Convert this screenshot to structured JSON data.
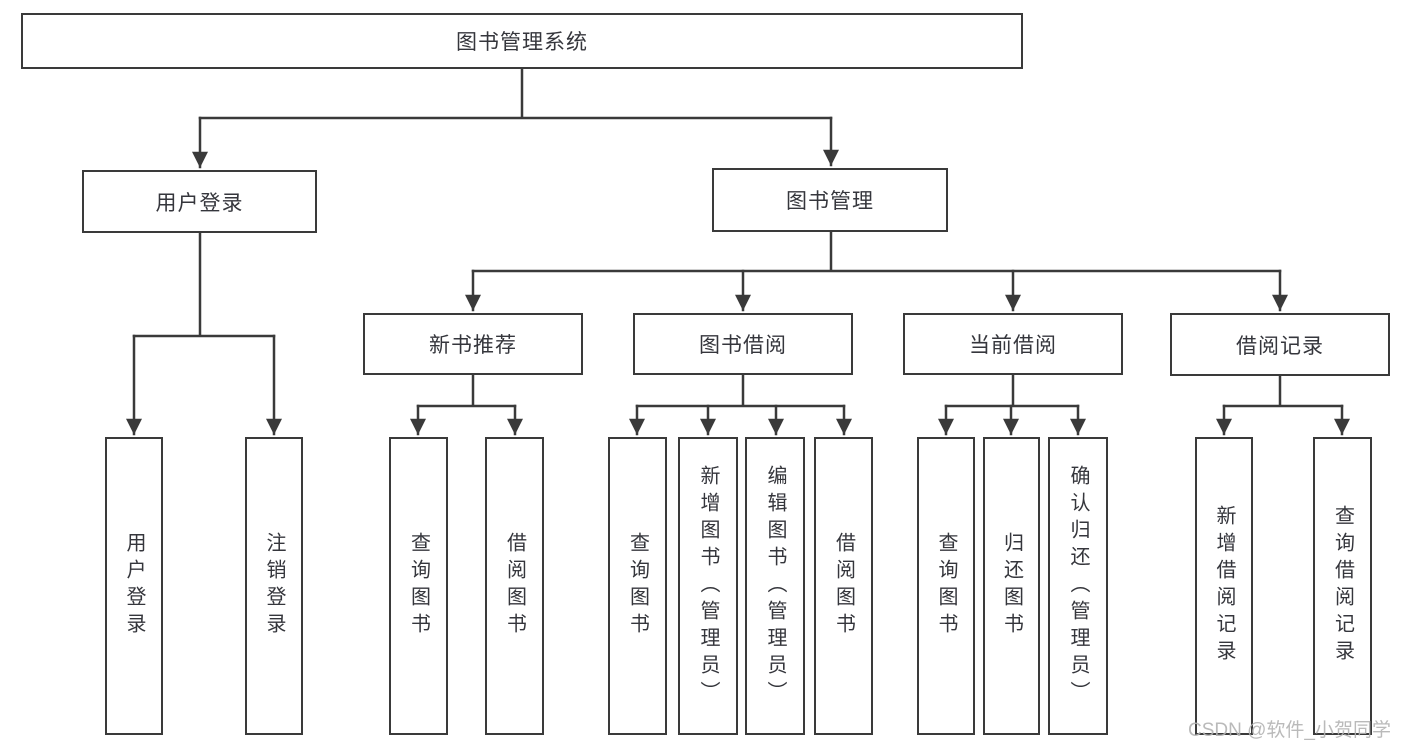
{
  "diagram": {
    "root": {
      "label": "图书管理系统"
    },
    "groups": [
      {
        "label": "用户登录",
        "children": [
          {
            "label": "用户登录"
          },
          {
            "label": "注销登录"
          }
        ]
      },
      {
        "label": "图书管理",
        "sections": [
          {
            "label": "新书推荐",
            "children": [
              {
                "label": "查询图书"
              },
              {
                "label": "借阅图书"
              }
            ]
          },
          {
            "label": "图书借阅",
            "children": [
              {
                "label": "查询图书"
              },
              {
                "label": "新增图书（管理员）"
              },
              {
                "label": "编辑图书（管理员）"
              },
              {
                "label": "借阅图书"
              }
            ]
          },
          {
            "label": "当前借阅",
            "children": [
              {
                "label": "查询图书"
              },
              {
                "label": "归还图书"
              },
              {
                "label": "确认归还（管理员）"
              }
            ]
          },
          {
            "label": "借阅记录",
            "children": [
              {
                "label": "新增借阅记录"
              },
              {
                "label": "查询借阅记录"
              }
            ]
          }
        ]
      }
    ]
  },
  "watermark": "CSDN @软件_小贺同学",
  "colors": {
    "line": "#3a3a3a",
    "text": "#35363c",
    "background": "#ffffff",
    "watermark": "#b3b3b3"
  }
}
